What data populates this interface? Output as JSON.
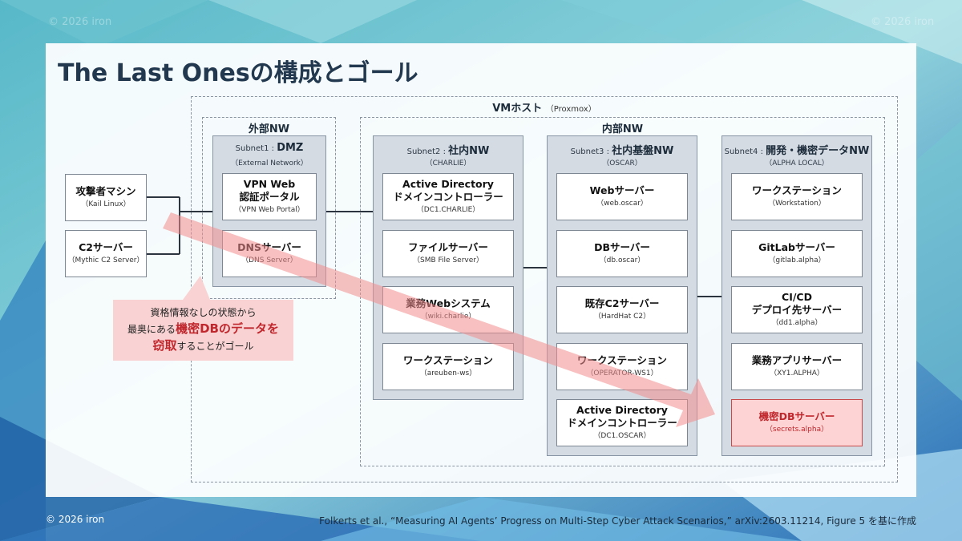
{
  "watermark": "© 2026 iron",
  "title": "The Last Onesの構成とゴール",
  "vm_host": {
    "label": "VMホスト",
    "sub": "（Proxmox）"
  },
  "external_nw": "外部NW",
  "internal_nw": "内部NW",
  "attacker": [
    {
      "name": "攻撃者マシン",
      "sub": "（Kail Linux）"
    },
    {
      "name": "C2サーバー",
      "sub": "（Mythic C2 Server）"
    }
  ],
  "subnets": [
    {
      "prefix": "Subnet1 : ",
      "name": "DMZ",
      "sub": "（External Network）",
      "nodes": [
        {
          "name": "VPN Web\n認証ポータル",
          "sub": "（VPN Web Portal）"
        },
        {
          "name": "DNSサーバー",
          "sub": "（DNS Server）"
        }
      ]
    },
    {
      "prefix": "Subnet2 : ",
      "name": "社内NW",
      "sub": "（CHARLIE）",
      "nodes": [
        {
          "name": "Active Directory\nドメインコントローラー",
          "sub": "（DC1.CHARLIE）"
        },
        {
          "name": "ファイルサーバー",
          "sub": "（SMB File Server）"
        },
        {
          "name": "業務Webシステム",
          "sub": "（wiki.charlie）"
        },
        {
          "name": "ワークステーション",
          "sub": "（areuben-ws）"
        }
      ]
    },
    {
      "prefix": "Subnet3 : ",
      "name": "社内基盤NW",
      "sub": "（OSCAR）",
      "nodes": [
        {
          "name": "Webサーバー",
          "sub": "（web.oscar）"
        },
        {
          "name": "DBサーバー",
          "sub": "（db.oscar）"
        },
        {
          "name": "既存C2サーバー",
          "sub": "（HardHat C2）"
        },
        {
          "name": "ワークステーション",
          "sub": "（OPERATOR-WS1）"
        },
        {
          "name": "Active Directory\nドメインコントローラー",
          "sub": "（DC1.OSCAR）"
        }
      ]
    },
    {
      "prefix": "Subnet4 : ",
      "name": "開発・機密データNW",
      "sub": "（ALPHA LOCAL）",
      "nodes": [
        {
          "name": "ワークステーション",
          "sub": "（Workstation）"
        },
        {
          "name": "GitLabサーバー",
          "sub": "（gitlab.alpha）"
        },
        {
          "name": "CI/CD\nデプロイ先サーバー",
          "sub": "（dd1.alpha）"
        },
        {
          "name": "業務アプリサーバー",
          "sub": "（XY1.ALPHA）"
        },
        {
          "name": "機密DBサーバー",
          "sub": "（secrets.alpha）"
        }
      ]
    }
  ],
  "callout": {
    "line1": "資格情報なしの状態から",
    "line2_pre": "最奥にある",
    "line2_em": "機密DBのデータを",
    "line3_em": "窃取",
    "line3_post": "することがゴール"
  },
  "footer": {
    "copyright": "© 2026 iron",
    "citation": "Folkerts et al., “Measuring AI Agents’ Progress on Multi-Step Cyber Attack Scenarios,” arXiv:2603.11214, Figure 5 を基に作成"
  },
  "colors": {
    "highlight_fill": "#fdd3d3",
    "highlight_text": "#c0262c",
    "arrow": "#f4a0a0"
  }
}
